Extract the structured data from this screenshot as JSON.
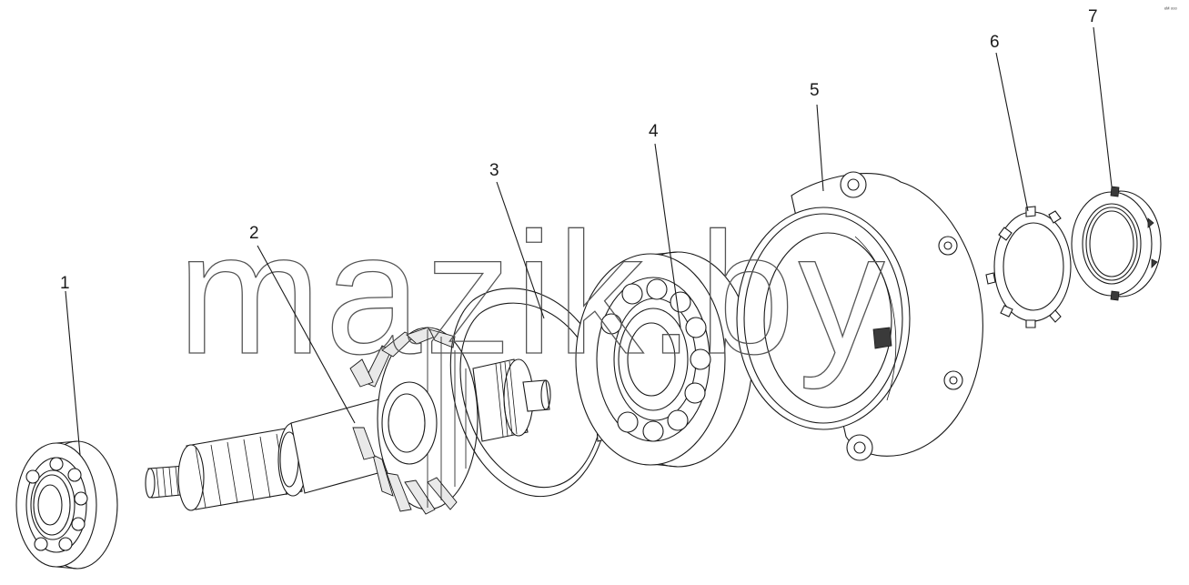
{
  "diagram": {
    "watermark": "mazik.by",
    "corner_mark": "ᵉᴹ ᵒᵒᵒ",
    "callouts": [
      "1",
      "2",
      "3",
      "4",
      "5",
      "6",
      "7"
    ],
    "parts": [
      {
        "id": "1",
        "icon": "ball-bearing"
      },
      {
        "id": "2",
        "icon": "bevel-gear-shaft"
      },
      {
        "id": "3",
        "icon": "retaining-ring"
      },
      {
        "id": "4",
        "icon": "ball-bearing"
      },
      {
        "id": "5",
        "icon": "bearing-housing"
      },
      {
        "id": "6",
        "icon": "lock-washer"
      },
      {
        "id": "7",
        "icon": "round-nut"
      }
    ]
  }
}
